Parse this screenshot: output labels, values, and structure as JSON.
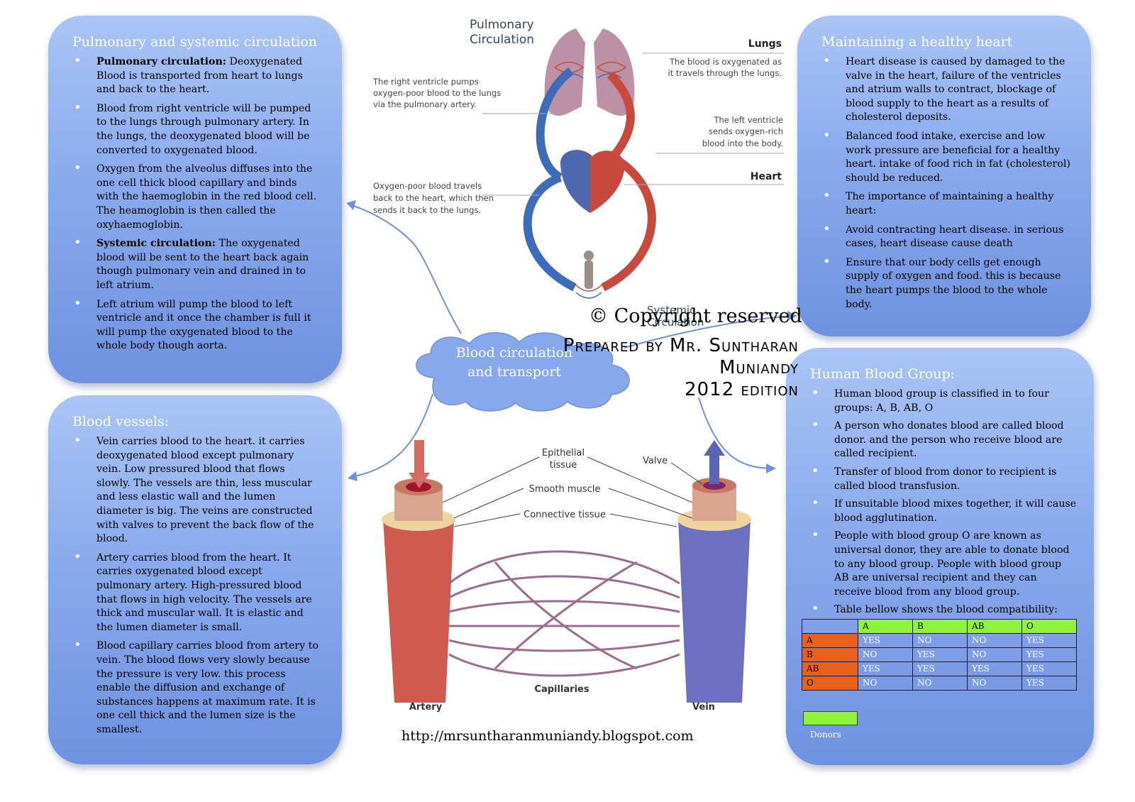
{
  "panels": {
    "pulmonary": {
      "title": "Pulmonary and systemic circulation",
      "items": [
        {
          "lead": "Pulmonary circulation:",
          "text": " Deoxygenated Blood is transported from heart to lungs and back to the heart."
        },
        {
          "lead": "",
          "text": "Blood from right ventricle will be pumped to the lungs through pulmonary artery. In the lungs, the deoxygenated blood will be converted to oxygenated blood."
        },
        {
          "lead": "",
          "text": "Oxygen from the alveolus diffuses into the one cell thick blood capillary and binds with the haemoglobin in the red blood cell. The heamoglobin is then called the oxyhaemoglobin."
        },
        {
          "lead": "Systemic circulation:",
          "text": " The oxygenated blood will be sent to the heart back again though pulmonary vein and drained in to left atrium."
        },
        {
          "lead": "",
          "text": "Left atrium will pump the blood to left ventricle and it once the chamber is full it will pump the oxygenated blood to the whole body though aorta."
        }
      ]
    },
    "heart": {
      "title": "Maintaining a healthy heart",
      "items": [
        "Heart disease is caused by damaged to the valve in the heart, failure of the ventricles and atrium walls to contract, blockage of blood supply to the heart as a results of cholesterol deposits.",
        "Balanced food intake, exercise and low work pressure are beneficial for a healthy heart. intake of food rich in fat (cholesterol) should be reduced.",
        "The importance of maintaining a healthy heart:",
        "Avoid contracting heart disease. in serious cases, heart disease cause death",
        "Ensure that our body cells get enough supply of oxygen and food. this is because the heart pumps the blood to the whole body."
      ]
    },
    "vessels": {
      "title": "Blood vessels:",
      "items": [
        "Vein carries blood to the heart. it carries deoxygenated blood except pulmonary vein. Low pressured blood that flows slowly. The vessels are thin, less muscular and less elastic wall and the lumen diameter is big. The veins are constructed with valves to prevent the back flow of the blood.",
        "Artery carries blood from the heart. It carries oxygenated blood except pulmonary artery. High-pressured blood that flows in high velocity. The vessels are thick and muscular wall. It is elastic and the lumen diameter is small.",
        "Blood capillary carries blood from artery to vein. The blood flows very slowly because the pressure is very low. this process enable the diffusion and exchange of substances happens at maximum rate. It is one cell thick and the lumen size is the smallest."
      ]
    },
    "blood_group": {
      "title": "Human Blood Group:",
      "items": [
        "Human blood group is classified in to four groups: A, B, AB, O",
        "A person who donates blood are called blood donor. and the person who receive blood are called  recipient.",
        "Transfer of blood from donor to recipient is called blood transfusion.",
        "If unsuitable blood mixes together, it will cause blood agglutination.",
        "People with blood group O are known as universal donor, they are able to donate blood to any blood group. People with blood group AB are universal recipient and they can receive blood from any blood group.",
        "Table bellow shows the blood compatibility:"
      ],
      "table": {
        "columns": [
          "A",
          "B",
          "AB",
          "O"
        ],
        "rows": [
          {
            "label": "A",
            "cells": [
              "YES",
              "NO",
              "NO",
              "YES"
            ]
          },
          {
            "label": "B",
            "cells": [
              "NO",
              "YES",
              "NO",
              "YES"
            ]
          },
          {
            "label": "AB",
            "cells": [
              "YES",
              "YES",
              "YES",
              "YES"
            ]
          },
          {
            "label": "O",
            "cells": [
              "NO",
              "NO",
              "NO",
              "YES"
            ]
          }
        ]
      },
      "legend": "Donors"
    }
  },
  "center": {
    "cloud_line1": "Blood circulation",
    "cloud_line2": "and transport",
    "copyright": "© Copyright reserved",
    "prepared_line1": "Prepared by Mr. Suntharan",
    "prepared_line2": "Muniandy",
    "prepared_line3": "2012 edition",
    "url": "http://mrsuntharanmuniandy.blogspot.com"
  },
  "circulation_diagram": {
    "title_line1": "Pulmonary",
    "title_line2": "Circulation",
    "lungs": "Lungs",
    "lungs_desc1": "The blood is oxygenated as",
    "lungs_desc2": "it travels through the lungs.",
    "right_ventricle1": "The right ventricle pumps",
    "right_ventricle2": "oxygen-poor blood to the lungs",
    "right_ventricle3": "via the pulmonary artery.",
    "left_ventricle1": "The left ventricle",
    "left_ventricle2": "sends oxygen-rich",
    "left_ventricle3": "blood into the body.",
    "heart": "Heart",
    "poor_blood1": "Oxygen-poor blood travels",
    "poor_blood2": "back to the heart, which then",
    "poor_blood3": "sends it back to the lungs.",
    "systemic1": "Systemic",
    "systemic2": "Circulation"
  },
  "vessel_diagram": {
    "epithelial1": "Epithelial",
    "epithelial2": "tissue",
    "valve": "Valve",
    "smooth_muscle": "Smooth muscle",
    "connective": "Connective tissue",
    "capillaries": "Capillaries",
    "artery": "Artery",
    "vein": "Vein"
  },
  "colors": {
    "panel_top": "#a9c4f4",
    "panel_bottom": "#6f92e0",
    "header_green": "#8ff23c",
    "row_orange": "#e8611b",
    "artery_red": "#c8443e",
    "vein_blue": "#3f6cb8"
  }
}
